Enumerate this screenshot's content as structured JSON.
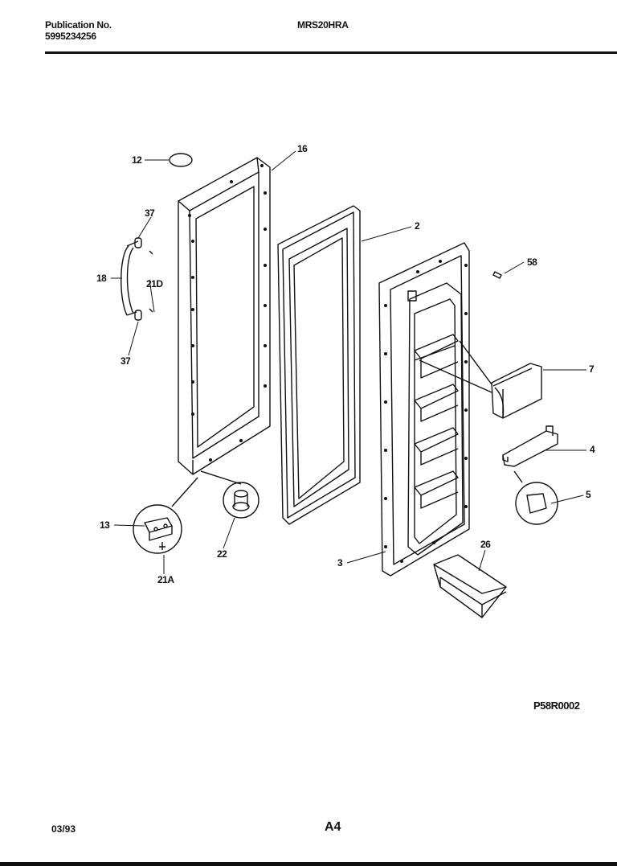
{
  "header": {
    "publication_label": "Publication No.",
    "publication_number": "5995234256",
    "model": "MRS20HRA"
  },
  "diagram": {
    "callouts": [
      "12",
      "16",
      "37",
      "18",
      "21D",
      "37",
      "2",
      "58",
      "7",
      "4",
      "5",
      "3",
      "26",
      "13",
      "22",
      "21A"
    ],
    "part_code": "P58R0002"
  },
  "footer": {
    "date": "03/93",
    "page": "A4"
  }
}
